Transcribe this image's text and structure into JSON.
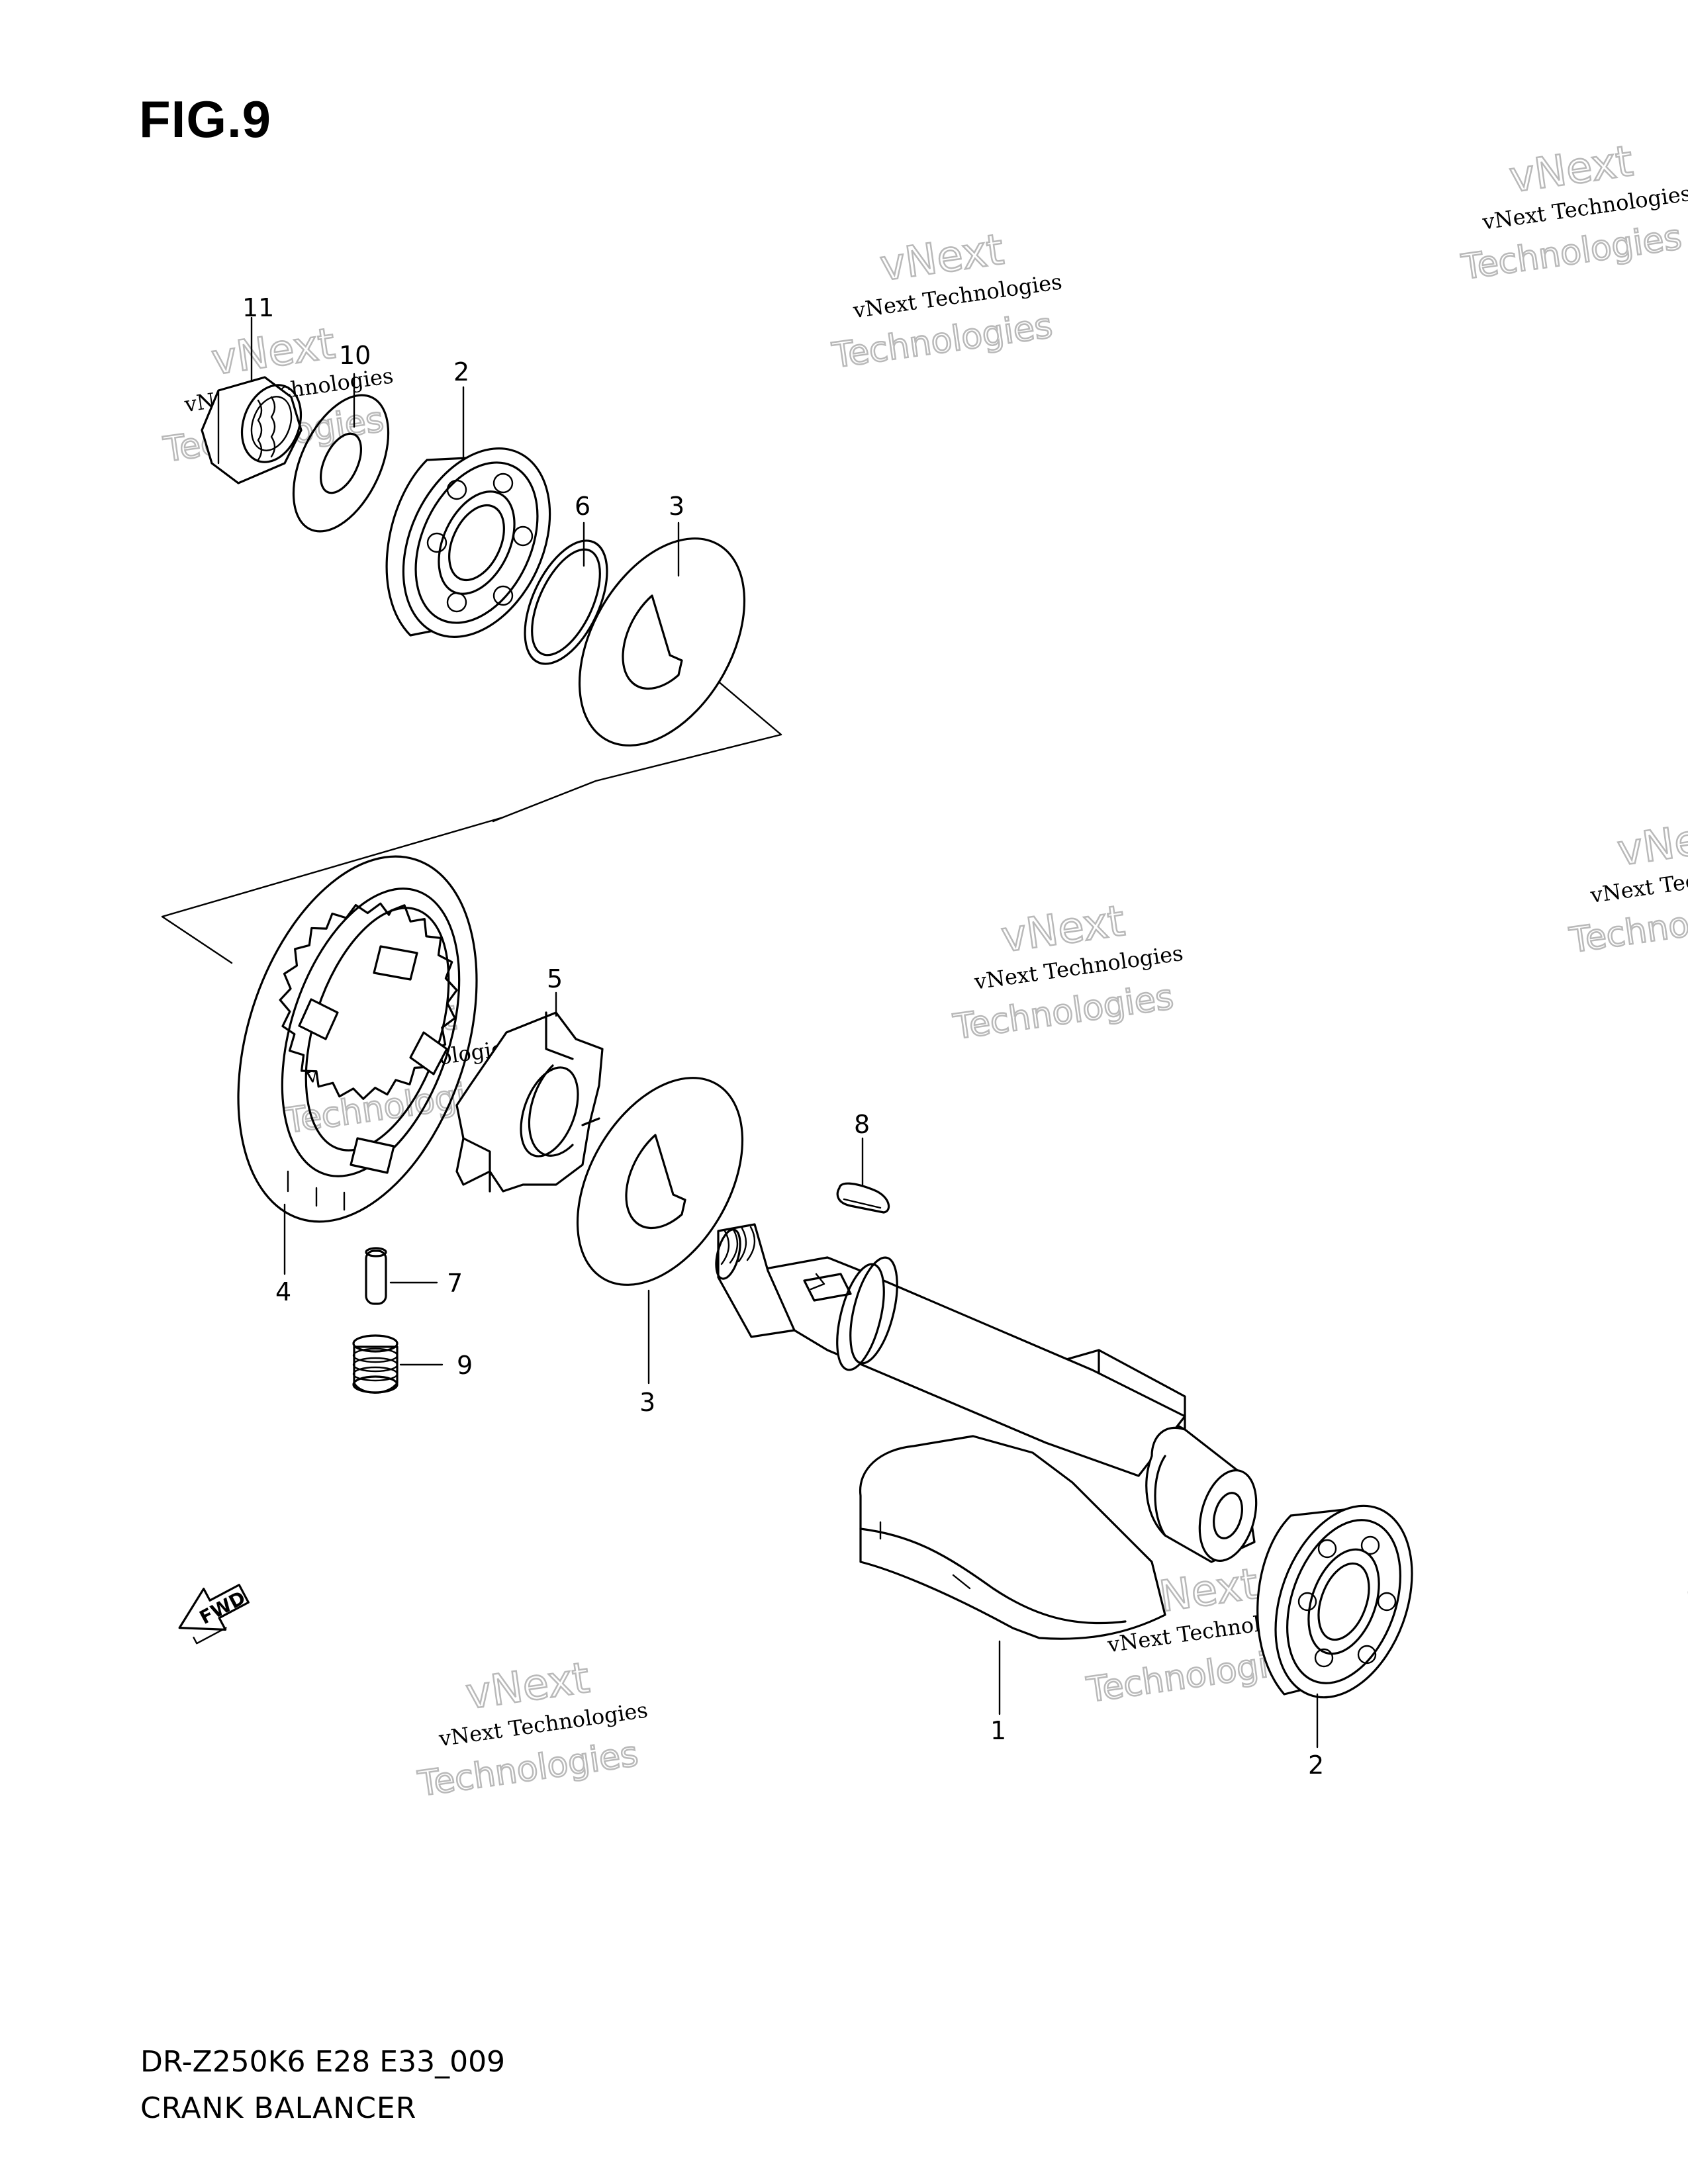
{
  "figure": {
    "title": "FIG.9",
    "model_code": "DR-Z250K6 E28 E33_009",
    "caption": "CRANK BALANCER"
  },
  "callouts": {
    "c11": "11",
    "c10": "10",
    "c2_top": "2",
    "c6": "6",
    "c3_top": "3",
    "c5": "5",
    "c8": "8",
    "c4": "4",
    "c7": "7",
    "c9": "9",
    "c3_bottom": "3",
    "c1": "1",
    "c2_bottom": "2"
  },
  "fwd_label": "FWD",
  "watermark": {
    "line1": "vNext",
    "line2": "vNext Technologies",
    "line3": "Technologies"
  },
  "colors": {
    "line": "#000000",
    "watermark_outline": "#b9b9b9",
    "background": "#ffffff"
  }
}
